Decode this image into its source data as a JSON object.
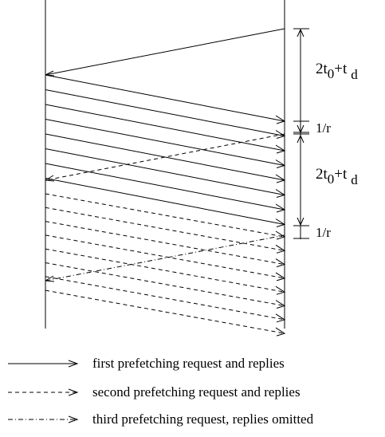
{
  "labels": {
    "interval_main": "2t",
    "interval_sub0": "0",
    "interval_plus": "+t",
    "interval_subd": "d",
    "reciprocal_rate": "1/r"
  },
  "legend": {
    "first": "first prefetching request and replies",
    "second": "second prefetching request and replies",
    "third": "third prefetching request, replies omitted"
  },
  "colors": {
    "ink": "#000000",
    "background": "#ffffff"
  },
  "arrow_groups": {
    "first_replies": 8,
    "second_replies": 8
  }
}
